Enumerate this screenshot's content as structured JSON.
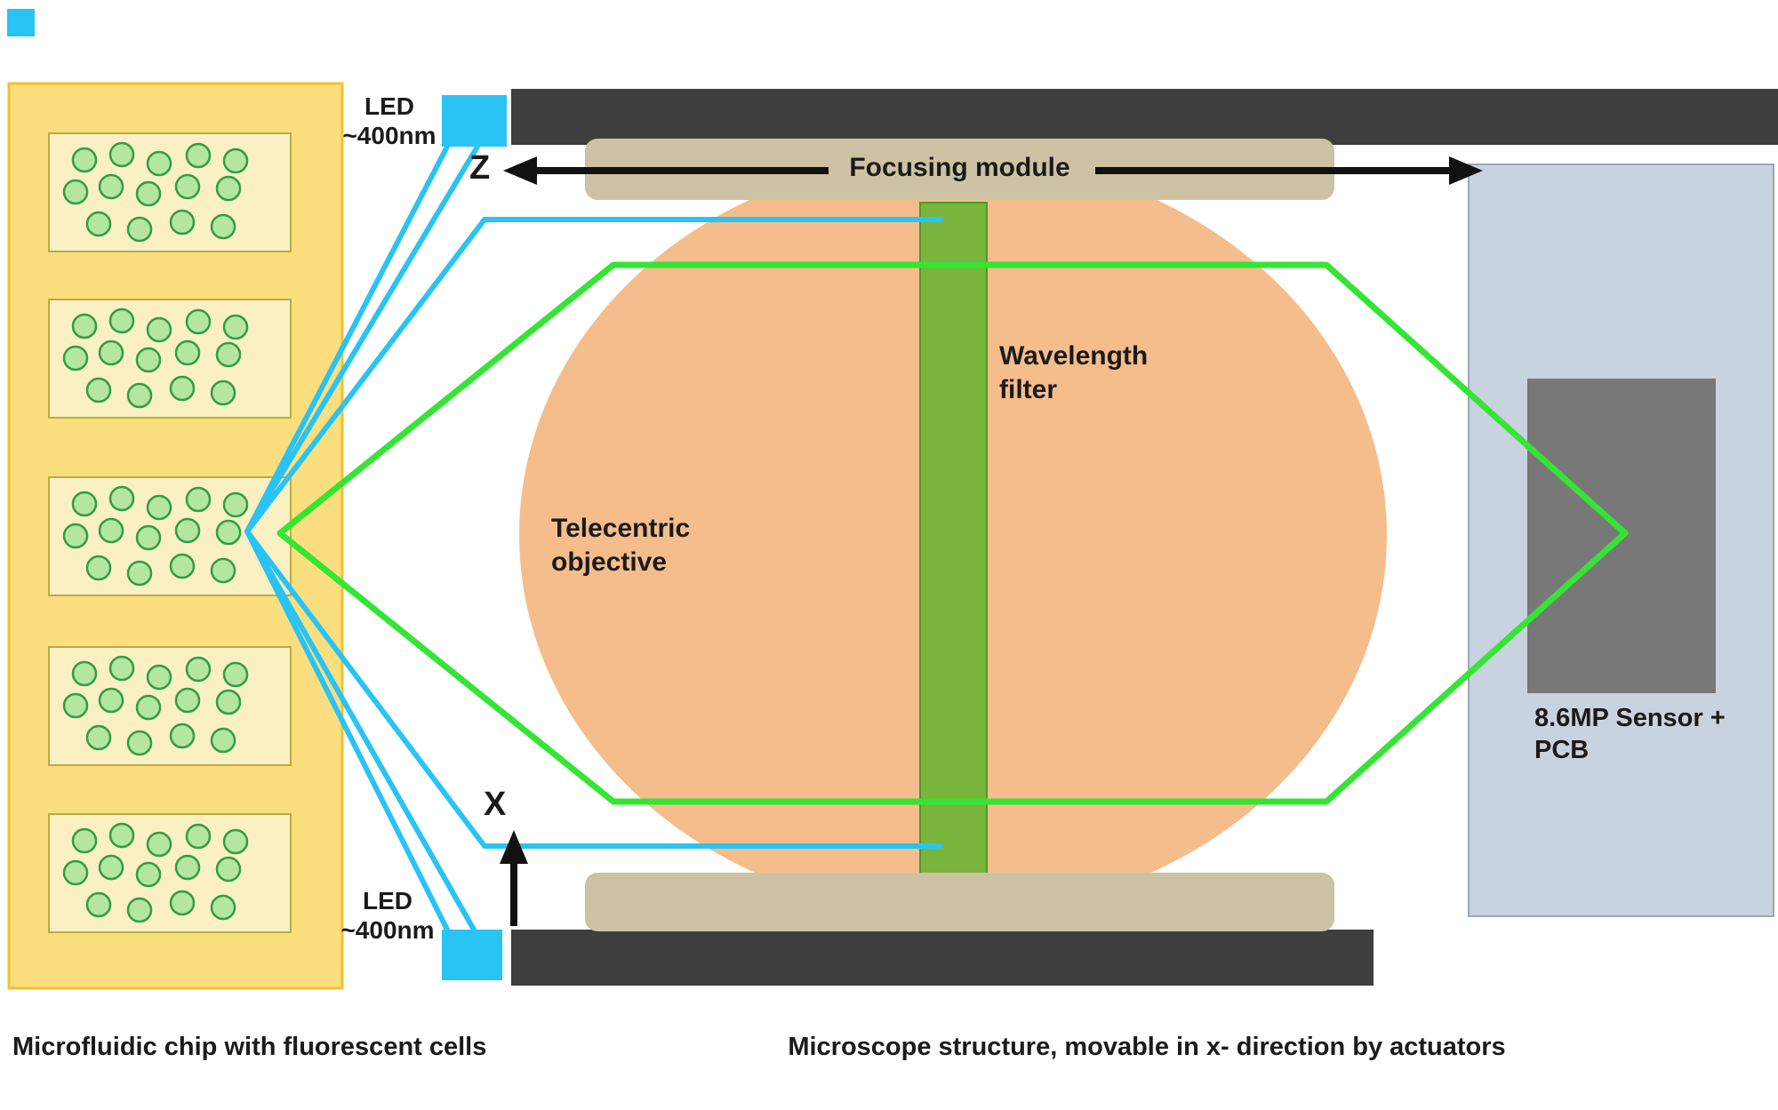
{
  "labels": {
    "led_top": "LED\n~400nm",
    "led_bottom": "LED\n~400nm",
    "z_axis": "Z",
    "x_axis": "X",
    "focusing_module": "Focusing module",
    "wavelength_filter": "Wavelength\nfilter",
    "telecentric_objective": "Telecentric\nobjective",
    "sensor": "8.6MP Sensor +\nPCB",
    "chip_caption": "Microfluidic chip with fluorescent cells",
    "structure_caption": "Microscope structure, movable in x- direction by actuators"
  },
  "colors": {
    "chip_fill": "#FBDF7E",
    "chip_border": "#F2C12E",
    "well_fill": "#FAF0C2",
    "well_border": "#B9AB45",
    "cell_fill": "#B5E6A0",
    "cell_border": "#2F9E45",
    "dark_bar": "#3E3E3E",
    "led": "#29C3F4",
    "tan_bar": "#CEC2A4",
    "objective": "#F5BD8B",
    "filter_fill": "#63B32E",
    "filter_border": "#4C9A2A",
    "sensor_panel": "#C9D2DF",
    "sensor_panel_border": "#9AA7B5",
    "sensor_chip": "#787878",
    "ray_cyan": "#29C3F4",
    "ray_green": "#34E534",
    "axis_black": "#111111",
    "text": "#1B1B1B"
  },
  "cells": {
    "radius": 13,
    "per_well": 14,
    "pattern": [
      [
        40,
        30
      ],
      [
        82,
        24
      ],
      [
        124,
        34
      ],
      [
        168,
        25
      ],
      [
        210,
        31
      ],
      [
        30,
        66
      ],
      [
        70,
        60
      ],
      [
        112,
        68
      ],
      [
        156,
        60
      ],
      [
        202,
        62
      ],
      [
        56,
        102
      ],
      [
        102,
        108
      ],
      [
        150,
        100
      ],
      [
        196,
        105
      ]
    ]
  },
  "wells": {
    "count": 5
  }
}
